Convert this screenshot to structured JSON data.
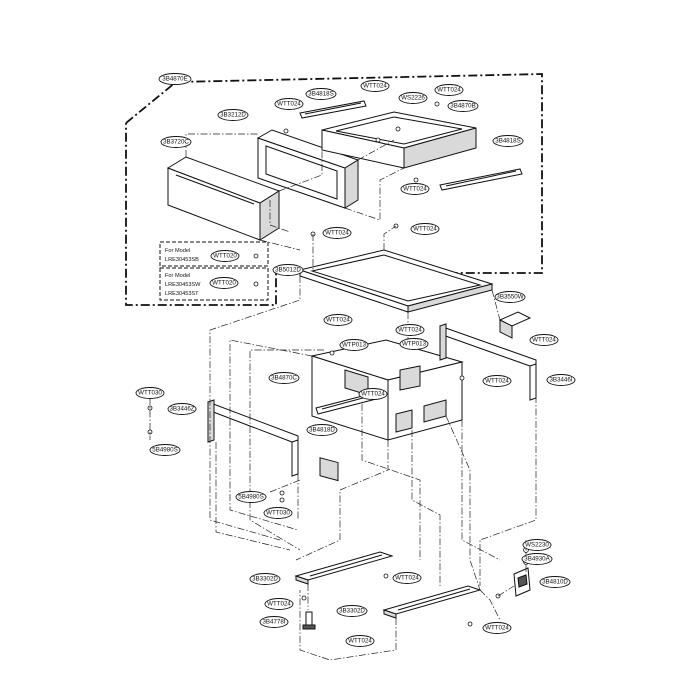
{
  "diagram": {
    "labels": {
      "l_3b4870e": "3B4870E",
      "l_wtt024_a": "WTT024",
      "l_3b4818s_a": "3B4818S",
      "l_wtt024_b": "WTT024",
      "l_ws2226": "WS2226",
      "l_wtt024_c": "WTT024",
      "l_3b4870b": "3B4870B",
      "l_3b3212d": "3B3212D",
      "l_3b3720c": "3B3720C",
      "l_3b4818s_b": "3B4818S",
      "l_wtt024_d": "WTT024",
      "l_wtt024_e": "WTT024",
      "l_wtt024_f": "WTT024",
      "l_wtt020_a": "WTT020",
      "l_wtt020_b": "WTT020",
      "l_3b5012d": "3B5012D",
      "l_3b3550w": "3B3550W",
      "l_wtt024_g": "WTT024",
      "l_wtt024_h": "WTT024",
      "l_wtt024_i": "WTT024",
      "l_wtp013_a": "WTP013",
      "l_wtp013_b": "WTP013",
      "l_3b4870c": "3B4870C",
      "l_wtt024_j": "WTT024",
      "l_3b3446i": "3B3446I",
      "l_wtt024_k": "WTT024",
      "l_wtt030_a": "WTT030",
      "l_3b3446z": "3B3446Z",
      "l_3b4818d": "3B4818D",
      "l_5b4980s_a": "5B4980S",
      "l_5b4980s_b": "5B4980S",
      "l_wtt030_b": "WTT030",
      "l_ws2230": "WS2230",
      "l_3b4930a": "3B4930A",
      "l_3b3302d_a": "3B3302D",
      "l_wtt024_l": "WTT024",
      "l_3b4810d": "3B4810D",
      "l_wtt024_m": "WTT024",
      "l_3b3302d_b": "3B3302D",
      "l_3b4778i": "3B4778I",
      "l_wtt024_n": "WTT024",
      "l_wtt024_o": "WTT024"
    },
    "notes": {
      "model1_line1": "For Model",
      "model1_line2": "LRE30453SB",
      "model2_line1": "For Model",
      "model2_line2": "LRE30453SW",
      "model2_line3": "LRE30453ST"
    }
  }
}
